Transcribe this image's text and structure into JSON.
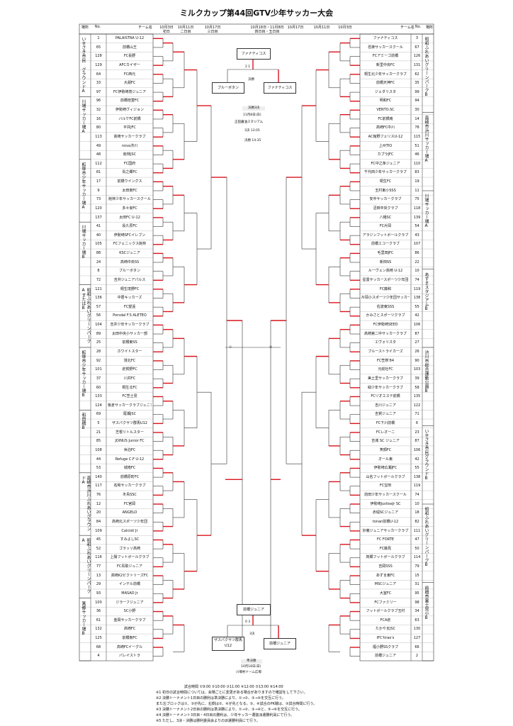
{
  "title": "ミルクカップ第44回GTV少年サッカー大会",
  "headers": {
    "venue": "場所",
    "no": "No.",
    "team": "チーム名",
    "day1": "10月3日",
    "day1b": "初日",
    "day2": "10月11日",
    "day2b": "二日目",
    "day3": "10月17日",
    "day3b": "三日目",
    "day45": "10月18日・11月8日",
    "day45b": "四日目・五日目",
    "day3r": "10月17日",
    "day2r": "10月11日",
    "day1r": "10月3日"
  },
  "left_teams": [
    {
      "no": "1",
      "name": "PALAISTRA U-12"
    },
    {
      "no": "65",
      "name": "前橋山王"
    },
    {
      "no": "128",
      "name": "FC長野"
    },
    {
      "no": "129",
      "name": "AFCカイザー"
    },
    {
      "no": "64",
      "name": "FC西元"
    },
    {
      "no": "33",
      "name": "大胡FC"
    },
    {
      "no": "97",
      "name": "FC伊勢崎境ジュニア"
    },
    {
      "no": "96",
      "name": "前橋桂萱FC"
    },
    {
      "no": "32",
      "name": "伊勢崎ヴィジョン"
    },
    {
      "no": "16",
      "name": "バルケFC前橋"
    },
    {
      "no": "80",
      "name": "平井JFC"
    },
    {
      "no": "113",
      "name": "高崎サッカークラブ"
    },
    {
      "no": "49",
      "name": "nova渋川"
    },
    {
      "no": "48",
      "name": "館林JSC"
    },
    {
      "no": "112",
      "name": "FC国府"
    },
    {
      "no": "81",
      "name": "鳥之郷FC"
    },
    {
      "no": "17",
      "name": "前橋ウイングス"
    },
    {
      "no": "9",
      "name": "太田南FC"
    },
    {
      "no": "73",
      "name": "館林少年サッカースクール"
    },
    {
      "no": "120",
      "name": "多々良FC"
    },
    {
      "no": "137",
      "name": "太田FC U-12"
    },
    {
      "no": "41",
      "name": "長久原FC"
    },
    {
      "no": "40",
      "name": "伊勢崎SFCイレブン"
    },
    {
      "no": "105",
      "name": "FCフェニックス館林"
    },
    {
      "no": "88",
      "name": "KSCジュニア"
    },
    {
      "no": "24",
      "name": "高崎中央SS"
    },
    {
      "no": "8",
      "name": "ブルーボタン"
    },
    {
      "no": "72",
      "name": "吉井ジュニアパルス"
    },
    {
      "no": "121",
      "name": "桐生境野FC"
    },
    {
      "no": "136",
      "name": "中居キッカーズ"
    },
    {
      "no": "57",
      "name": "FC望遠"
    },
    {
      "no": "56",
      "name": "Porsdal F.S ALETEO"
    },
    {
      "no": "104",
      "name": "吉井少年サッカークラブ"
    },
    {
      "no": "89",
      "name": "太田中央小サッカー部"
    },
    {
      "no": "25",
      "name": "前橋東SS"
    },
    {
      "no": "28",
      "name": "ホワイトスター"
    },
    {
      "no": "92",
      "name": "境北FC"
    },
    {
      "no": "101",
      "name": "倉賀野FC"
    },
    {
      "no": "37",
      "name": "川井FC"
    },
    {
      "no": "60",
      "name": "桐生北FC"
    },
    {
      "no": "133",
      "name": "FC笠土見"
    },
    {
      "no": "124",
      "name": "板倉サッカークラブジュニア"
    },
    {
      "no": "69",
      "name": "尾瀬JSC"
    },
    {
      "no": "5",
      "name": "ザスパクサツ群馬U12"
    },
    {
      "no": "21",
      "name": "芝根リトルスター"
    },
    {
      "no": "85",
      "name": "JOINUS Junior FC"
    },
    {
      "no": "108",
      "name": "休泊FC"
    },
    {
      "no": "44",
      "name": "Refuge C.F U-12"
    },
    {
      "no": "53",
      "name": "城南FC"
    },
    {
      "no": "140",
      "name": "前橋原町FC"
    },
    {
      "no": "117",
      "name": "名和サッカークラブ"
    },
    {
      "no": "76",
      "name": "冬鳥SSC"
    },
    {
      "no": "12",
      "name": "FC宮岡"
    },
    {
      "no": "20",
      "name": "ANGELO"
    },
    {
      "no": "84",
      "name": "高崎北スポーツ少年団"
    },
    {
      "no": "109",
      "name": "Calcisti Jr"
    },
    {
      "no": "45",
      "name": "すみよしSC"
    },
    {
      "no": "52",
      "name": "ゴラッソ高崎"
    },
    {
      "no": "116",
      "name": "上陽フットボールクラブ"
    },
    {
      "no": "77",
      "name": "FC鳥取ジュニア"
    },
    {
      "no": "13",
      "name": "高崎K2ビクトリーズFC"
    },
    {
      "no": "29",
      "name": "インテル前橋"
    },
    {
      "no": "93",
      "name": "MASAO Jr"
    },
    {
      "no": "100",
      "name": "ジラーフジュニア"
    },
    {
      "no": "36",
      "name": "SC小野"
    },
    {
      "no": "61",
      "name": "金岡サッカークラブ"
    },
    {
      "no": "132",
      "name": "高崎FC"
    },
    {
      "no": "125",
      "name": "前橋南FC"
    },
    {
      "no": "68",
      "name": "高崎FCイーグル"
    },
    {
      "no": "4",
      "name": "パレイストラ"
    }
  ],
  "right_teams": [
    {
      "no": "3",
      "name": "ファナティコス"
    },
    {
      "no": "67",
      "name": "邑楽サッカースクール"
    },
    {
      "no": "126",
      "name": "FCアミーゴ前橋"
    },
    {
      "no": "131",
      "name": "新里中央FC"
    },
    {
      "no": "62",
      "name": "桐生北少年サッカークラブ"
    },
    {
      "no": "35",
      "name": "前橋天神FC"
    },
    {
      "no": "99",
      "name": "ジェダリスタ"
    },
    {
      "no": "94",
      "name": "明和FC"
    },
    {
      "no": "30",
      "name": "VENTO.SC"
    },
    {
      "no": "14",
      "name": "FC前橋南"
    },
    {
      "no": "78",
      "name": "高崎FC中川"
    },
    {
      "no": "115",
      "name": "AC館野フェリスU-12"
    },
    {
      "no": "51",
      "name": "上州TIO"
    },
    {
      "no": "46",
      "name": "カプラJFC"
    },
    {
      "no": "110",
      "name": "FC中之条ジュニア"
    },
    {
      "no": "83",
      "name": "千代田少年サッカークラブ"
    },
    {
      "no": "19",
      "name": "桐生FC"
    },
    {
      "no": "11",
      "name": "玉村東小SSS"
    },
    {
      "no": "75",
      "name": "安中サッカークラブ"
    },
    {
      "no": "118",
      "name": "沼田中央クラブ"
    },
    {
      "no": "139",
      "name": "八幡SC"
    },
    {
      "no": "54",
      "name": "FC片岡"
    },
    {
      "no": "43",
      "name": "アラジンフットボールクラブ"
    },
    {
      "no": "107",
      "name": "前橋エコークラブ"
    },
    {
      "no": "86",
      "name": "毛里田JFC"
    },
    {
      "no": "22",
      "name": "新田SS"
    },
    {
      "no": "10",
      "name": "ルーヴェン高崎 U-12"
    },
    {
      "no": "74",
      "name": "星置サッカースポーツ少年団"
    },
    {
      "no": "119",
      "name": "FC藤和"
    },
    {
      "no": "138",
      "name": "片岡小スポーツ少年団サッカー部"
    },
    {
      "no": "55",
      "name": "佐波東SSS"
    },
    {
      "no": "42",
      "name": "かみさとスポーツクラブ"
    },
    {
      "no": "106",
      "name": "FC伊勢崎SEED"
    },
    {
      "no": "87",
      "name": "高崎第二中サッカークラブ"
    },
    {
      "no": "27",
      "name": "エヴォリスタ"
    },
    {
      "no": "26",
      "name": "ブルーストライカーズ"
    },
    {
      "no": "90",
      "name": "FC笠懸'84"
    },
    {
      "no": "103",
      "name": "元総社FC"
    },
    {
      "no": "39",
      "name": "美土里サッカークラブ"
    },
    {
      "no": "58",
      "name": "緑少年サッカークラブ"
    },
    {
      "no": "135",
      "name": "FCリオエステ前橋"
    },
    {
      "no": "122",
      "name": "吉川ジュニア"
    },
    {
      "no": "71",
      "name": "吉賀ジュニア"
    },
    {
      "no": "6",
      "name": "FC下川前橋"
    },
    {
      "no": "23",
      "name": "FCレオーニ"
    },
    {
      "no": "87",
      "name": "吉城 SC ジュニア"
    },
    {
      "no": "106",
      "name": "笑顔FC"
    },
    {
      "no": "42",
      "name": "オール東"
    },
    {
      "no": "55",
      "name": "伊勢崎広瀬JFC"
    },
    {
      "no": "138",
      "name": "山名フットボールクラブ"
    },
    {
      "no": "119",
      "name": "FC宝田"
    },
    {
      "no": "74",
      "name": "前田少年サッカースクール"
    },
    {
      "no": "10",
      "name": "伊勢崎JustiseJr SC"
    },
    {
      "no": "18",
      "name": "赤堀SCジュニア"
    },
    {
      "no": "82",
      "name": "tonan前橋U-12"
    },
    {
      "no": "111",
      "name": "妙義ジュニアサッカークラブ"
    },
    {
      "no": "47",
      "name": "FC FORTE"
    },
    {
      "no": "50",
      "name": "FC藤見"
    },
    {
      "no": "114",
      "name": "箕郷フットボールクラブ"
    },
    {
      "no": "79",
      "name": "吉岡SSS"
    },
    {
      "no": "15",
      "name": "あずま東FC"
    },
    {
      "no": "31",
      "name": "MSCジュニア"
    },
    {
      "no": "95",
      "name": "大室FC"
    },
    {
      "no": "98",
      "name": "FCファミリー"
    },
    {
      "no": "34",
      "name": "フットボールクラブ玉村"
    },
    {
      "no": "63",
      "name": "FCA倉"
    },
    {
      "no": "130",
      "name": "たかやまJSC"
    },
    {
      "no": "127",
      "name": "IFC'tirao's"
    },
    {
      "no": "66",
      "name": "福小野SSクラブ"
    },
    {
      "no": "2",
      "name": "前橋ジュニア"
    }
  ],
  "left_venues": [
    "いせさき市民 グラウンドA",
    "川場サッカー場A",
    "館林市少年サッカー場A",
    "川場サッカー場B",
    "昭和ふれあいグリーンパークAまたはB",
    "館林市少年サッカー場B",
    "和田橋B",
    "高崎市浜川ふれあいグラウンドA",
    "昭和ふれあいグリーンパークA",
    "箕郷サッカー場B"
  ],
  "right_venues": [
    "昭和ふれあいグリーンパークB",
    "高崎市浜川サッカー場A",
    "川場サッカー場A",
    "あずまスタジアムB",
    "渋川市総合運動公園B",
    "いせさき市民グラウンドB",
    "昭和ふれあいグリーンパークB",
    "前橋市富士見小B"
  ],
  "center": {
    "semi_top": "ファナティコス",
    "final_left": "ブルーボタン",
    "final_right": "ファナティコス",
    "final_label": "決勝",
    "final_score": "2   1",
    "final_info_title": "決勝3決",
    "final_info_date": "11月8日(日)",
    "final_info_venue": "正田醤油スタジアム",
    "final_info_t1": "3決  13:05",
    "final_info_t2": "決勝  14:35",
    "third_top": "前橋ジュニア",
    "third_left": "ザスパクサツ群馬U12",
    "third_right": "前橋ジュニア",
    "third_label": "3決",
    "third_score": "0   3",
    "third_info_title": "準決勝",
    "third_info_date": "10月18日(日)",
    "third_info_venue": "川場村ドーム広場",
    "mid_left": "①",
    "mid_right": "②"
  },
  "notes": [
    "試合時間  ①9:00 ②10:00 ③11:00 ④12:00 ⑤13:00 ⑥14:00",
    "※1  初日の試合時間については、会場ごとに変更がある場合がありますので確認をして下さい。",
    "※2  決勝トーナメント1日目の勝利は準決勝により、①→②、③→④を交互に行う。",
    "      また左ブロックは①、③が先に、右側は②、④が先となる。③、④試合のPK戦は、③試合時間に行う。",
    "※3  決勝トーナメント2日目の勝利は準決勝により、①→②、③→④と、⑤→⑥を交互に行う。",
    "※4  決勝トーナメント3日目・4日目の勝利は、少年サッカー選抜派遣勝利員にて行う。",
    "※5  ただし、3決・決勝は勝利委員会よりの派遣勝利員にて行う。"
  ],
  "colors": {
    "win": "#d9141e",
    "line": "#333333"
  }
}
